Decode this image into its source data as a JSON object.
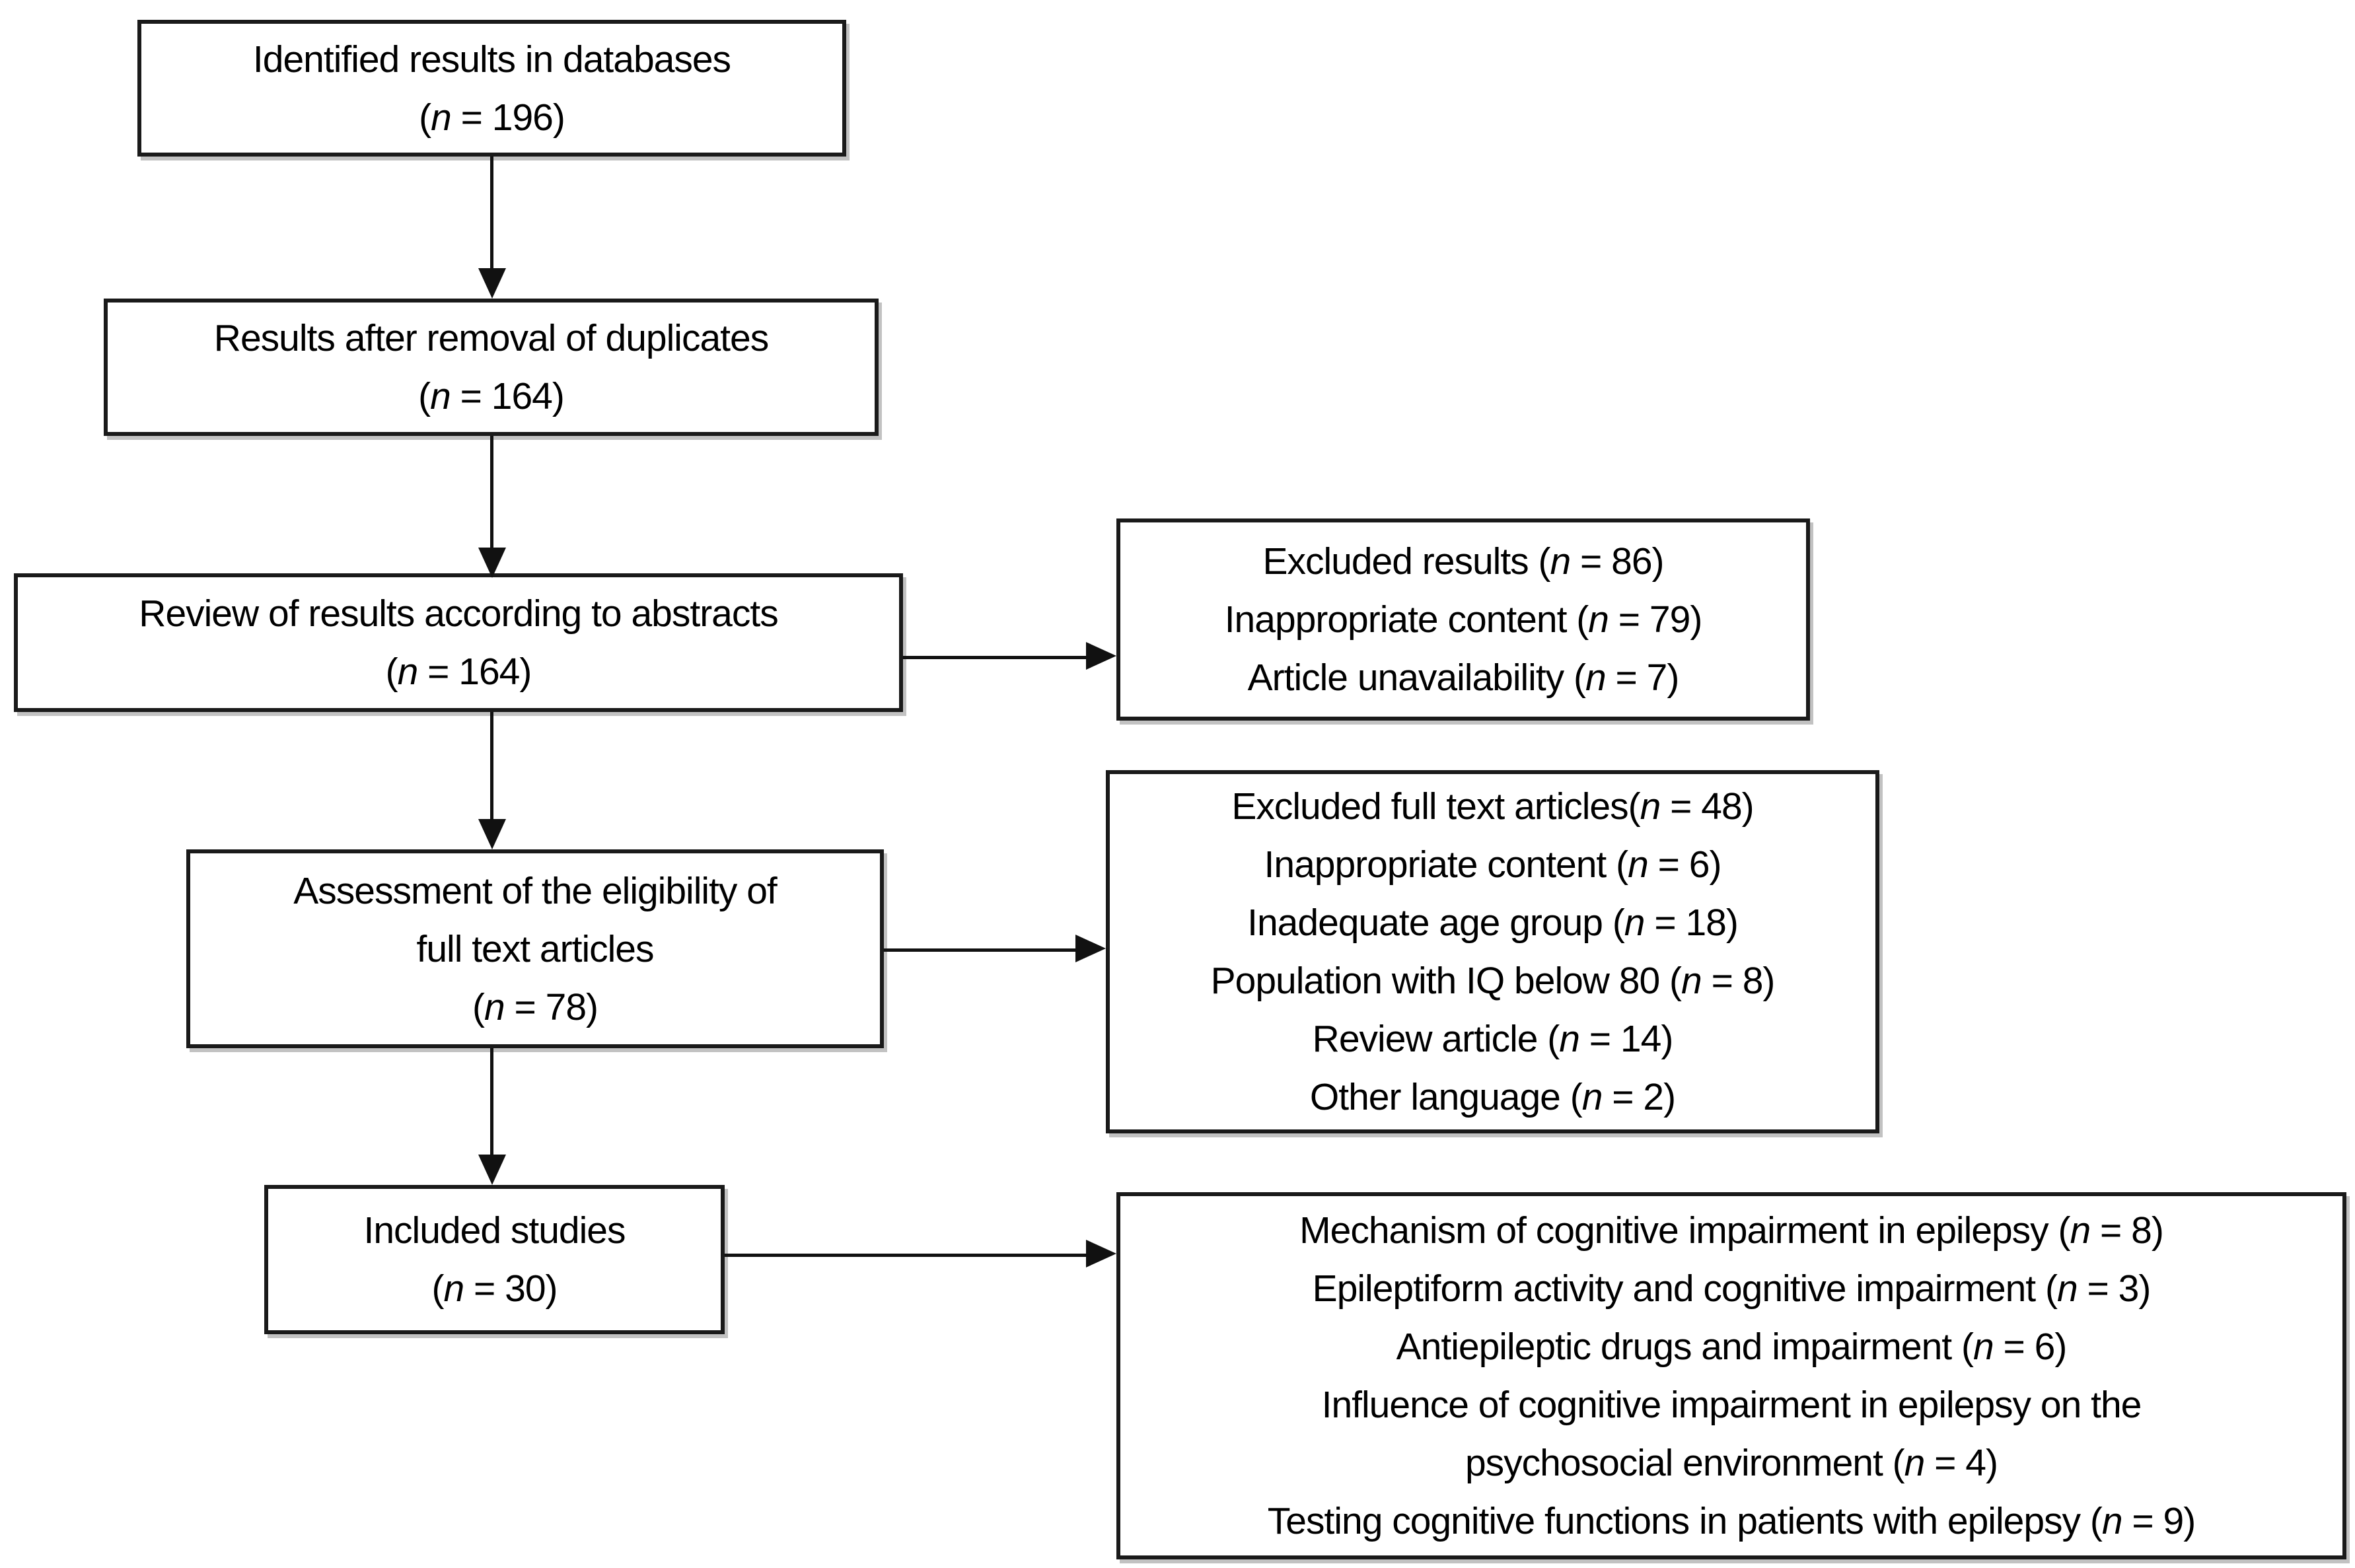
{
  "page": {
    "background": "#ffffff",
    "line_color": "#111111",
    "border_color": "#1a1a1a",
    "shadow_color": "#c2c2c2"
  },
  "boxes": {
    "identified": {
      "lines": [
        "Identified results in databases",
        "(n = 196)"
      ]
    },
    "deduplicated": {
      "lines": [
        "Results after removal of duplicates",
        "(n = 164)"
      ]
    },
    "abstract_review": {
      "lines": [
        "Review of results according to abstracts",
        "(n = 164)"
      ]
    },
    "eligibility": {
      "lines": [
        "Assessment of the eligibility of",
        "full text articles",
        "(n = 78)"
      ]
    },
    "included": {
      "lines": [
        "Included studies",
        "(n = 30)"
      ]
    },
    "excluded_abstracts": {
      "lines": [
        "Excluded results (n = 86)",
        "Inappropriate content (n = 79)",
        "Article unavailability (n = 7)"
      ]
    },
    "excluded_fulltext": {
      "lines": [
        "Excluded full text articles(n = 48)",
        "Inappropriate content (n = 6)",
        "Inadequate age group (n = 18)",
        "Population with IQ below 80 (n = 8)",
        "Review article (n = 14)",
        "Other language (n = 2)"
      ]
    },
    "included_breakdown": {
      "lines": [
        "Mechanism of cognitive impairment in epilepsy (n = 8)",
        "Epileptiform activity and cognitive impairment (n = 3)",
        "Antiepileptic drugs and impairment (n = 6)",
        "Influence of cognitive impairment in epilepsy on the",
        "psychosocial environment (n = 4)",
        "Testing cognitive functions in patients with epilepsy (n = 9)"
      ]
    }
  }
}
